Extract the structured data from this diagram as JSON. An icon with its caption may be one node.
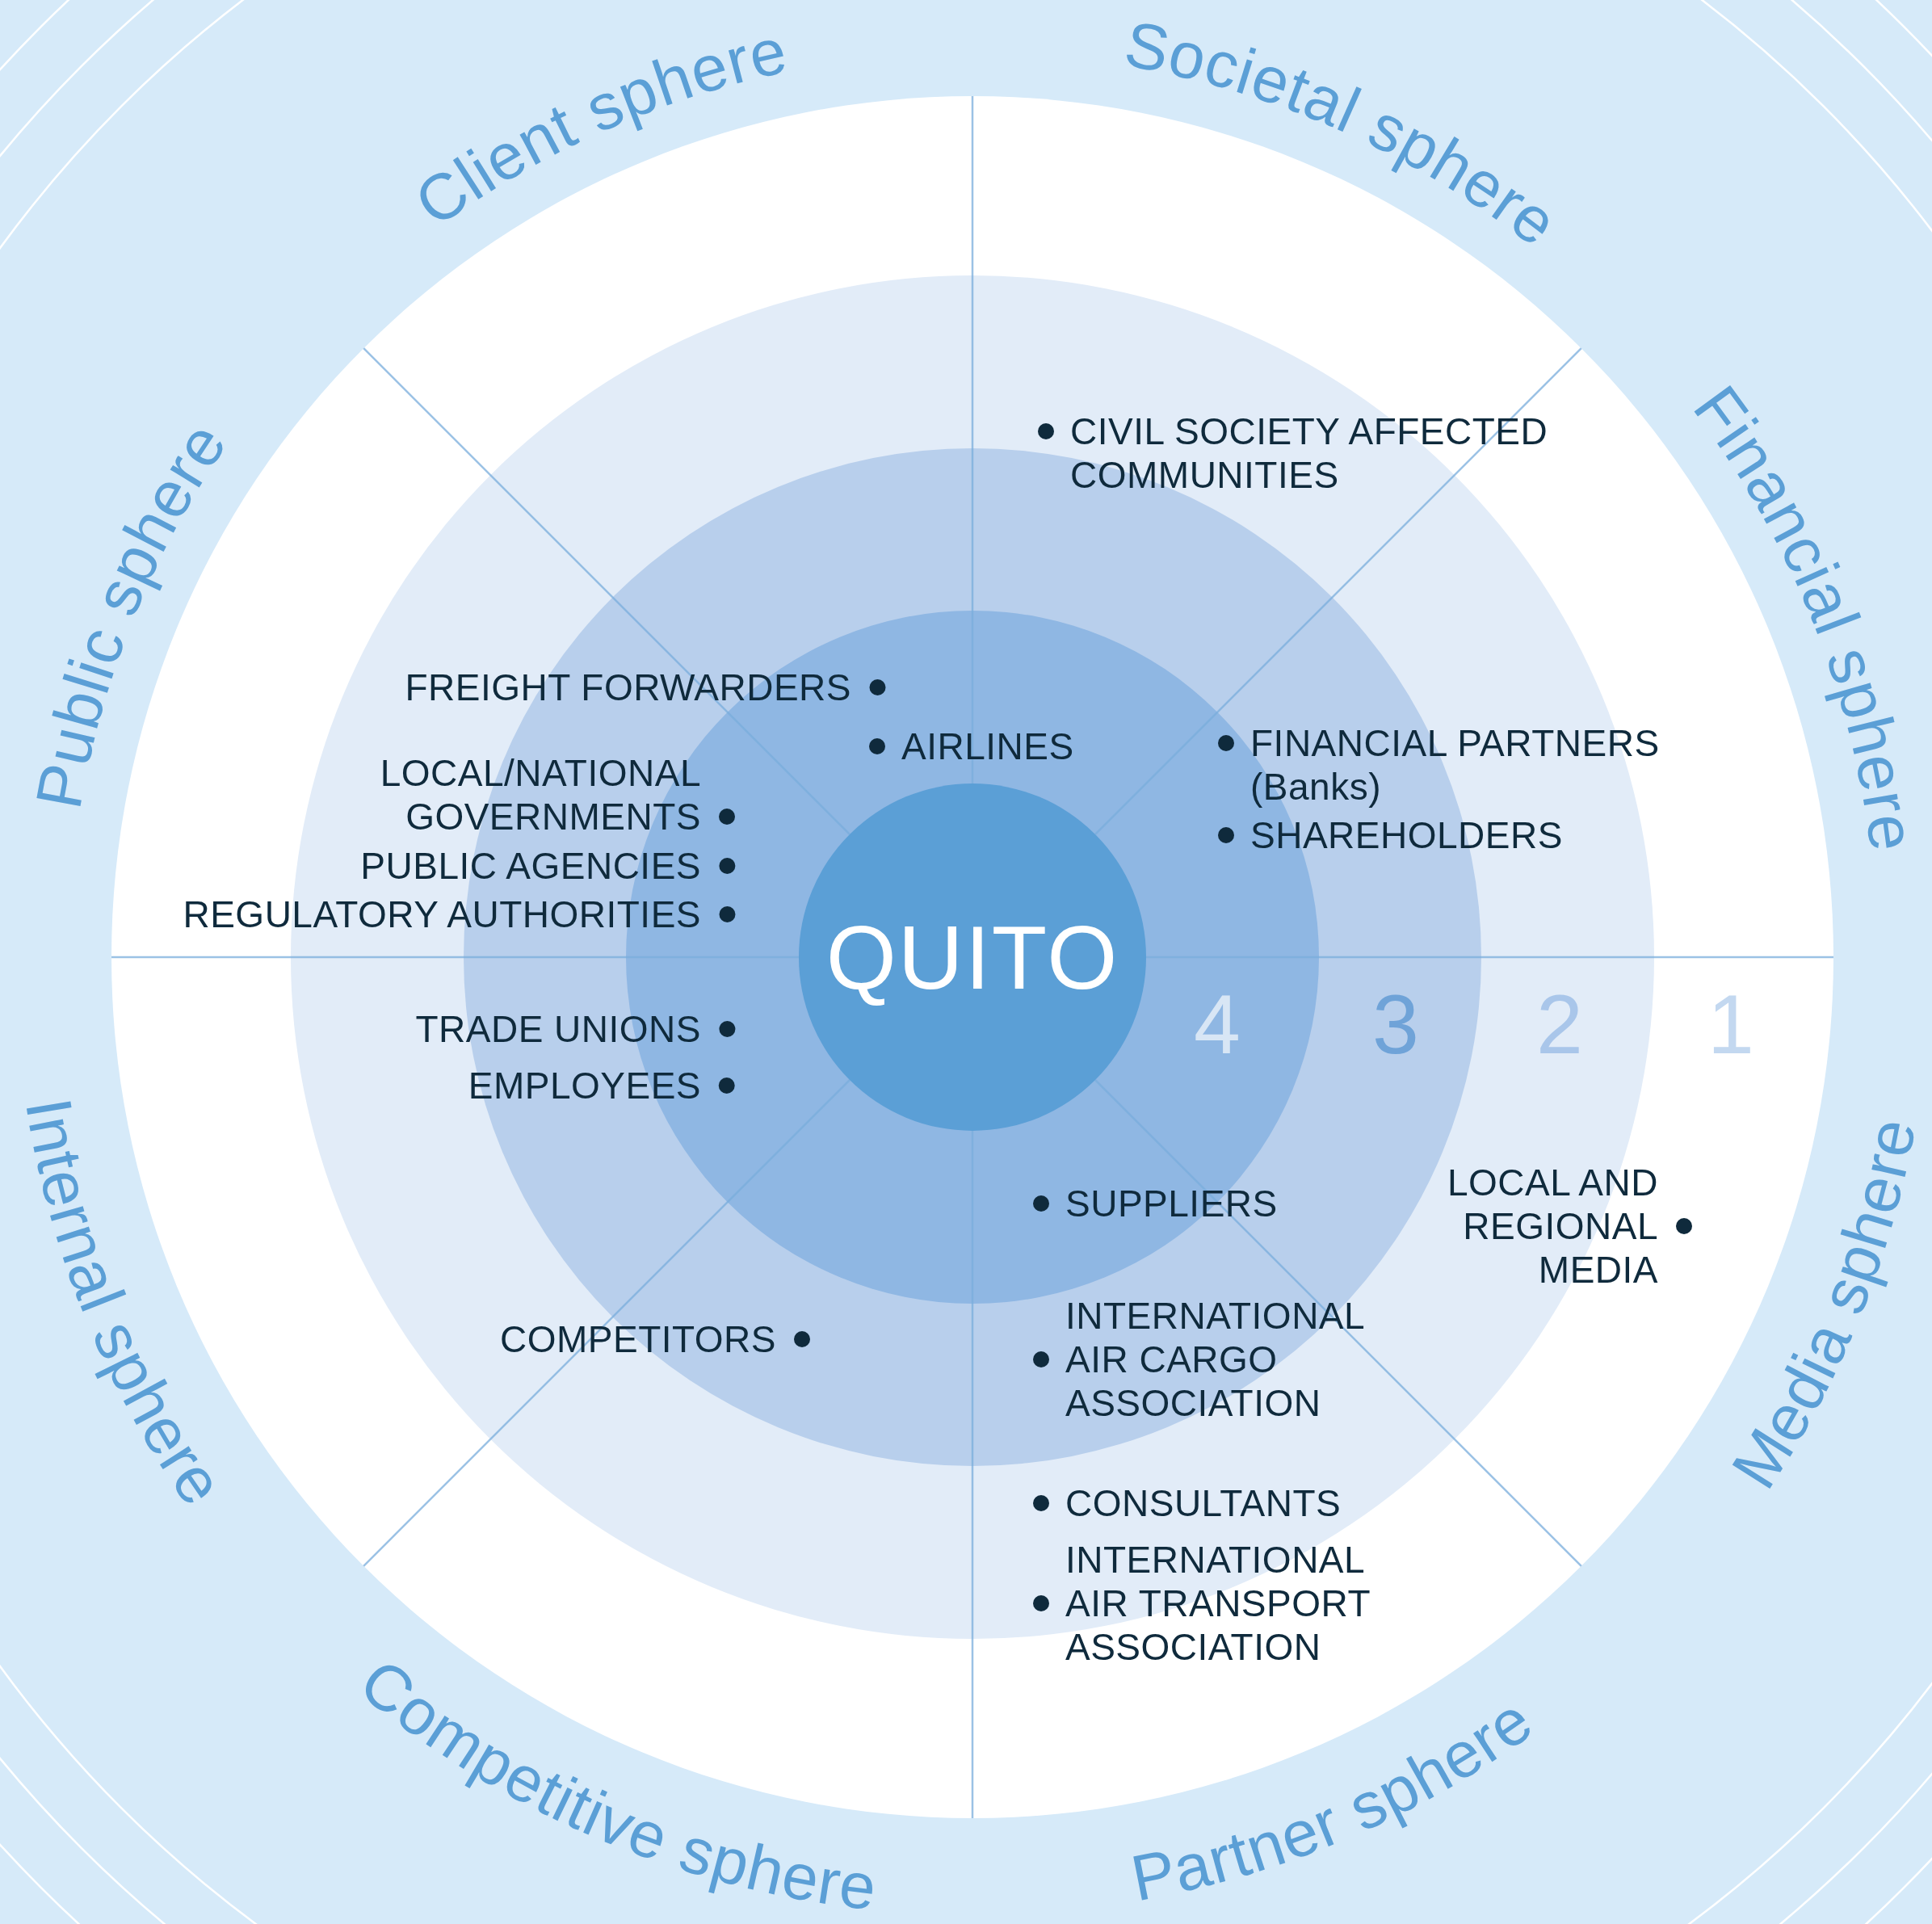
{
  "diagram": {
    "nodes": [
      {
        "text": [
          "QUITO"
        ]
      }
    ],
    "labels": [
      "Client sphere",
      "Societal sphere",
      "Public sphere",
      "Financial sphere",
      "CIVIL SOCIETY AFFECTED COMMUNITIES",
      "FREIGHT FORWARDERS",
      "LOCAL/NATIONAL GOVERNMENTS",
      "AIRLINES",
      "FINANCIAL PARTNERS (Banks)",
      "SHAREHOLDERS",
      "PUBLIC AGENCIES",
      "REGULATORY AUTHORITIES",
      "4",
      "3",
      "2",
      "1",
      "TRADE UNIONS",
      "EMPLOYEES",
      "Internal sphere",
      "SUPPLIERS",
      "LOCAL AND REGIONAL MEDIA",
      "Media sphere",
      "COMPETITORS",
      "INTERNATIONAL AIR CARGO ASSOCIATION",
      "CONSULTANTS",
      "INTERNATIONAL AIR TRANSPORT ASSOCIATION",
      "Competitive sphere",
      "Partner sphere"
    ]
  }
}
